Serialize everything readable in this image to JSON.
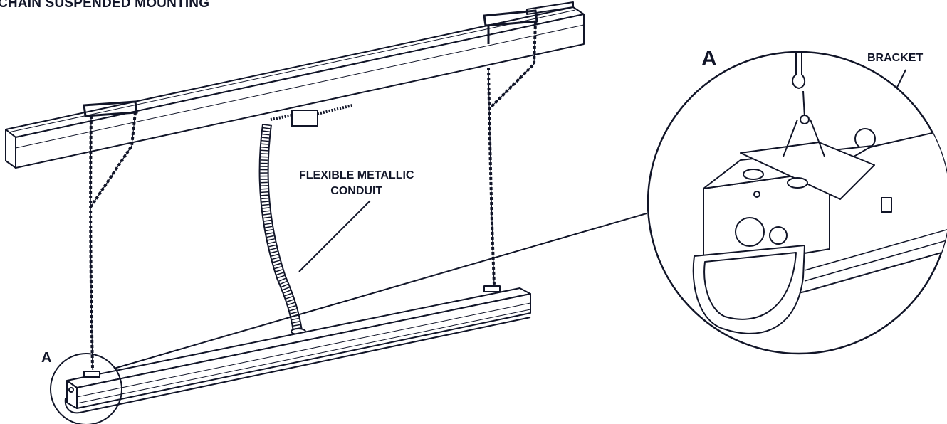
{
  "title": "CHAIN SUSPENDED MOUNTING",
  "labels": {
    "conduit_line1": "FLEXIBLE METALLIC",
    "conduit_line2": "CONDUIT",
    "bracket": "BRACKET"
  },
  "markers": {
    "detail_small": "A",
    "detail_large": "A"
  },
  "colors": {
    "ink": "#111528",
    "background": "#ffffff"
  }
}
